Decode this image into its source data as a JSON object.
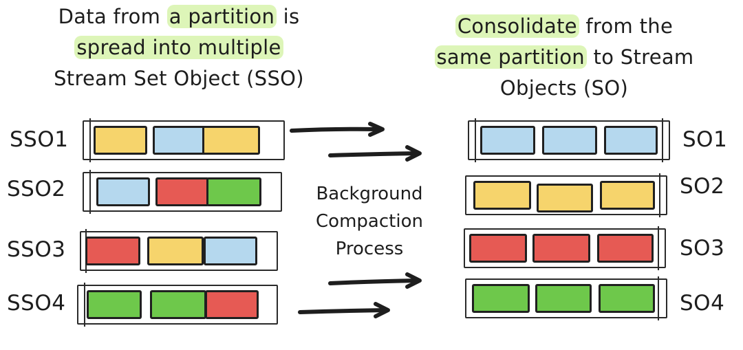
{
  "left_caption": {
    "line1_pre": "Data from ",
    "line1_hl": "a partition",
    "line1_post": " is",
    "line2_hl": "spread into multiple",
    "line3": "Stream Set Object (SSO)"
  },
  "right_caption": {
    "line1_hl": "Consolidate",
    "line1_post": " from the",
    "line2_hl": "same partition",
    "line2_post": " to Stream",
    "line3": "Objects (SO)"
  },
  "middle": {
    "line1": "Background",
    "line2": "Compaction",
    "line3": "Process"
  },
  "colors": {
    "yellow": "#f6d46c",
    "blue": "#b5d8ee",
    "red": "#e65a54",
    "green": "#6ec84b",
    "highlight": "#ddf5b8"
  },
  "sso": [
    {
      "label": "SSO1",
      "blocks": [
        "yellow",
        "blue",
        "yellow"
      ]
    },
    {
      "label": "SSO2",
      "blocks": [
        "blue",
        "red",
        "green"
      ]
    },
    {
      "label": "SSO3",
      "blocks": [
        "red",
        "yellow",
        "blue"
      ]
    },
    {
      "label": "SSO4",
      "blocks": [
        "green",
        "green",
        "red"
      ]
    }
  ],
  "so": [
    {
      "label": "SO1",
      "blocks": [
        "blue",
        "blue",
        "blue"
      ]
    },
    {
      "label": "SO2",
      "blocks": [
        "yellow",
        "yellow",
        "yellow"
      ]
    },
    {
      "label": "SO3",
      "blocks": [
        "red",
        "red",
        "red"
      ]
    },
    {
      "label": "SO4",
      "blocks": [
        "green",
        "green",
        "green"
      ]
    }
  ],
  "arrows": [
    "arrow",
    "arrow",
    "arrow",
    "arrow"
  ]
}
